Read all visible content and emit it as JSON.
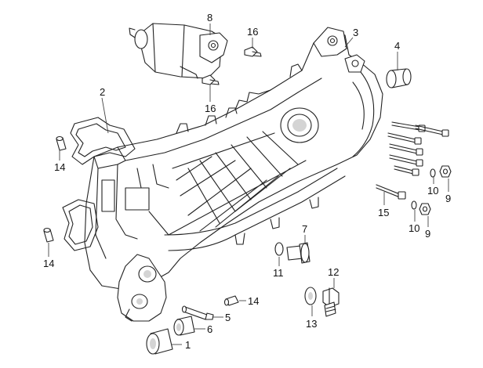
{
  "callouts": [
    {
      "id": "c1",
      "label": "1"
    },
    {
      "id": "c2",
      "label": "2"
    },
    {
      "id": "c3",
      "label": "3"
    },
    {
      "id": "c4",
      "label": "4"
    },
    {
      "id": "c5",
      "label": "5"
    },
    {
      "id": "c6",
      "label": "6"
    },
    {
      "id": "c7",
      "label": "7"
    },
    {
      "id": "c8",
      "label": "8"
    },
    {
      "id": "c9a",
      "label": "9"
    },
    {
      "id": "c9b",
      "label": "9"
    },
    {
      "id": "c10a",
      "label": "10"
    },
    {
      "id": "c10b",
      "label": "10"
    },
    {
      "id": "c11",
      "label": "11"
    },
    {
      "id": "c12",
      "label": "12"
    },
    {
      "id": "c13",
      "label": "13"
    },
    {
      "id": "c14a",
      "label": "14"
    },
    {
      "id": "c14b",
      "label": "14"
    },
    {
      "id": "c14c",
      "label": "14"
    },
    {
      "id": "c15",
      "label": "15"
    },
    {
      "id": "c16a",
      "label": "16"
    },
    {
      "id": "c16b",
      "label": "16"
    }
  ]
}
